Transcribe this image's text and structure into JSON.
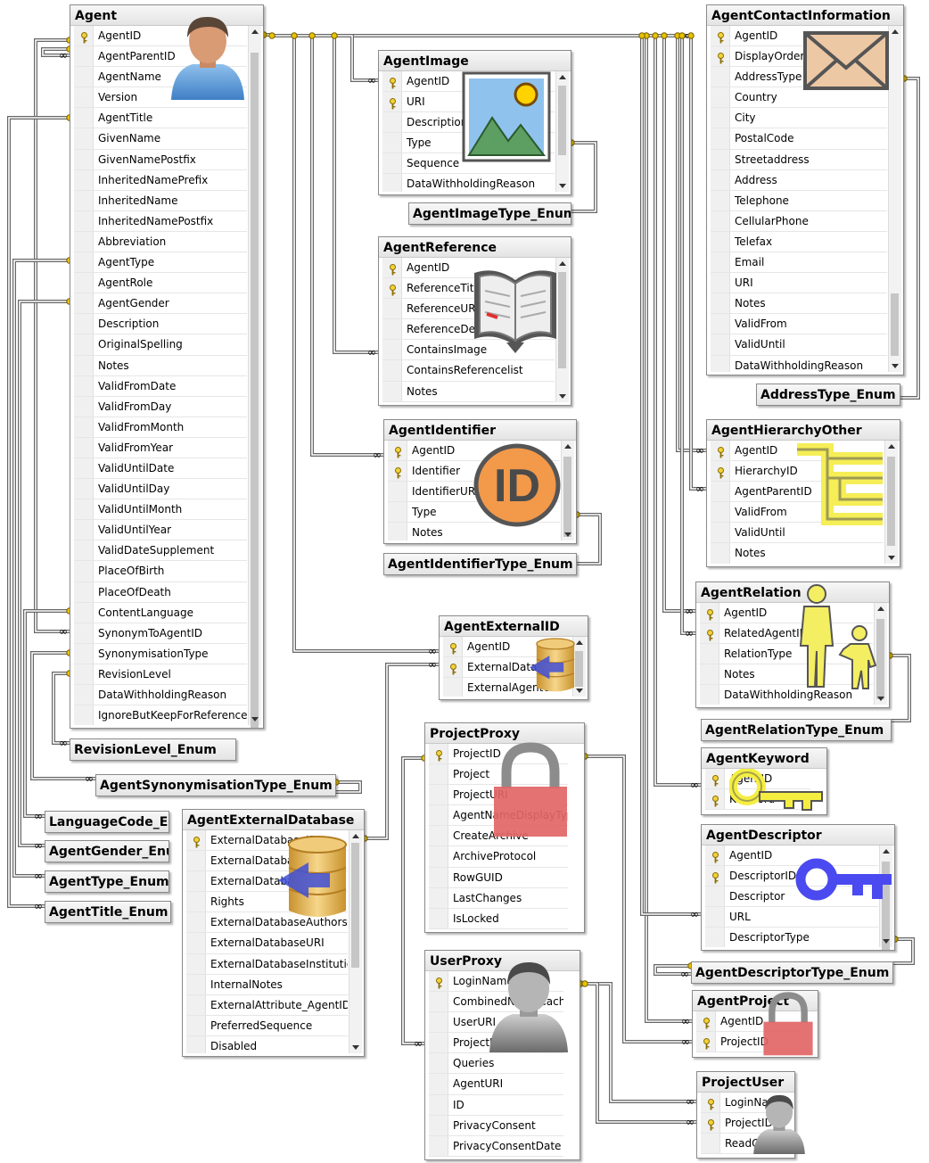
{
  "tables": [
    {
      "id": "agent",
      "title": "Agent",
      "keys": [
        0
      ],
      "cols": [
        "AgentID",
        "AgentParentID",
        "AgentName",
        "Version",
        "AgentTitle",
        "GivenName",
        "GivenNamePostfix",
        "InheritedNamePrefix",
        "InheritedName",
        "InheritedNamePostfix",
        "Abbreviation",
        "AgentType",
        "AgentRole",
        "AgentGender",
        "Description",
        "OriginalSpelling",
        "Notes",
        "ValidFromDate",
        "ValidFromDay",
        "ValidFromMonth",
        "ValidFromYear",
        "ValidUntilDate",
        "ValidUntilDay",
        "ValidUntilMonth",
        "ValidUntilYear",
        "ValidDateSupplement",
        "PlaceOfBirth",
        "PlaceOfDeath",
        "ContentLanguage",
        "SynonymToAgentID",
        "SynonymisationType",
        "RevisionLevel",
        "DataWithholdingReason",
        "IgnoreButKeepForReference"
      ],
      "icon": "person-icon"
    },
    {
      "id": "agentimage",
      "title": "AgentImage",
      "keys": [
        0,
        1
      ],
      "cols": [
        "AgentID",
        "URI",
        "Description",
        "Type",
        "Sequence",
        "DataWithholdingReason"
      ],
      "icon": "picture-icon"
    },
    {
      "id": "agentreference",
      "title": "AgentReference",
      "keys": [
        0,
        1
      ],
      "cols": [
        "AgentID",
        "ReferenceTitle",
        "ReferenceURI",
        "ReferenceDetails",
        "ContainsImage",
        "ContainsReferencelist",
        "Notes"
      ],
      "icon": "book-icon"
    },
    {
      "id": "agentidentifier",
      "title": "AgentIdentifier",
      "keys": [
        0,
        1
      ],
      "cols": [
        "AgentID",
        "Identifier",
        "IdentifierURI",
        "Type",
        "Notes"
      ],
      "icon": "id-badge-icon",
      "icon_text": "ID"
    },
    {
      "id": "agentexternalid",
      "title": "AgentExternalID",
      "keys": [
        0,
        1
      ],
      "cols": [
        "AgentID",
        "ExternalDatabaseID",
        "ExternalAgentURI"
      ],
      "icon": "database-icon"
    },
    {
      "id": "projectproxy",
      "title": "ProjectProxy",
      "keys": [
        0
      ],
      "cols": [
        "ProjectID",
        "Project",
        "ProjectURI",
        "AgentNameDisplayType",
        "CreateArchive",
        "ArchiveProtocol",
        "RowGUID",
        "LastChanges",
        "IsLocked"
      ],
      "icon": "padlock-icon"
    },
    {
      "id": "userproxy",
      "title": "UserProxy",
      "keys": [
        0
      ],
      "cols": [
        "LoginName",
        "CombinedNameCache",
        "UserURI",
        "ProjectID",
        "Queries",
        "AgentURI",
        "ID",
        "PrivacyConsent",
        "PrivacyConsentDate"
      ],
      "icon": "user-gray-icon"
    },
    {
      "id": "agentexternaldatabase",
      "title": "AgentExternalDatabase",
      "keys": [
        0
      ],
      "cols": [
        "ExternalDatabaseID",
        "ExternalDatabaseName",
        "ExternalDatabaseVersion",
        "Rights",
        "ExternalDatabaseAuthors",
        "ExternalDatabaseURI",
        "ExternalDatabaseInstitution",
        "InternalNotes",
        "ExternalAttribute_AgentID",
        "PreferredSequence",
        "Disabled"
      ],
      "icon": "database-icon"
    },
    {
      "id": "agentcontactinformation",
      "title": "AgentContactInformation",
      "keys": [
        0,
        1
      ],
      "cols": [
        "AgentID",
        "DisplayOrder",
        "AddressType",
        "Country",
        "City",
        "PostalCode",
        "Streetaddress",
        "Address",
        "Telephone",
        "CellularPhone",
        "Telefax",
        "Email",
        "URI",
        "Notes",
        "ValidFrom",
        "ValidUntil",
        "DataWithholdingReason"
      ],
      "icon": "envelope-icon"
    },
    {
      "id": "agenthierarchyother",
      "title": "AgentHierarchyOther",
      "keys": [
        0,
        1
      ],
      "cols": [
        "AgentID",
        "HierarchyID",
        "AgentParentID",
        "ValidFrom",
        "ValidUntil",
        "Notes"
      ],
      "icon": "hierarchy-icon"
    },
    {
      "id": "agentrelation",
      "title": "AgentRelation",
      "keys": [
        0,
        1
      ],
      "cols": [
        "AgentID",
        "RelatedAgentID",
        "RelationType",
        "Notes",
        "DataWithholdingReason"
      ],
      "icon": "parent-child-icon"
    },
    {
      "id": "agentkeyword",
      "title": "AgentKeyword",
      "keys": [
        0,
        1
      ],
      "cols": [
        "AgentID",
        "Keyword"
      ],
      "icon": "key-yellow-icon"
    },
    {
      "id": "agentdescriptor",
      "title": "AgentDescriptor",
      "keys": [
        0,
        1
      ],
      "cols": [
        "AgentID",
        "DescriptorID",
        "Descriptor",
        "URL",
        "DescriptorType"
      ],
      "icon": "key-blue-icon"
    },
    {
      "id": "agentproject",
      "title": "AgentProject",
      "keys": [
        0,
        1
      ],
      "cols": [
        "AgentID",
        "ProjectID"
      ],
      "icon": "padlock-icon"
    },
    {
      "id": "projectuser",
      "title": "ProjectUser",
      "keys": [
        0,
        1
      ],
      "cols": [
        "LoginName",
        "ProjectID",
        "ReadOnly"
      ],
      "icon": "user-gray-icon"
    }
  ],
  "enums": [
    {
      "id": "agentimagetype",
      "title": "AgentImageType_Enum"
    },
    {
      "id": "agentidentifiertype",
      "title": "AgentIdentifierType_Enum"
    },
    {
      "id": "revisionlevel",
      "title": "RevisionLevel_Enum"
    },
    {
      "id": "agentsynonymisationtype",
      "title": "AgentSynonymisationType_Enum"
    },
    {
      "id": "languagecode",
      "title": "LanguageCode_E"
    },
    {
      "id": "agentgender",
      "title": "AgentGender_Enu"
    },
    {
      "id": "agenttype",
      "title": "AgentType_Enum"
    },
    {
      "id": "agenttitle",
      "title": "AgentTitle_Enum"
    },
    {
      "id": "addresstype",
      "title": "AddressType_Enum"
    },
    {
      "id": "agentrelationtype",
      "title": "AgentRelationType_Enum"
    },
    {
      "id": "agentdescriptortype",
      "title": "AgentDescriptorType_Enum"
    }
  ],
  "colors": {
    "key": "#e6c200",
    "connector": "#666666",
    "title_bg": "#e8e8e8"
  }
}
